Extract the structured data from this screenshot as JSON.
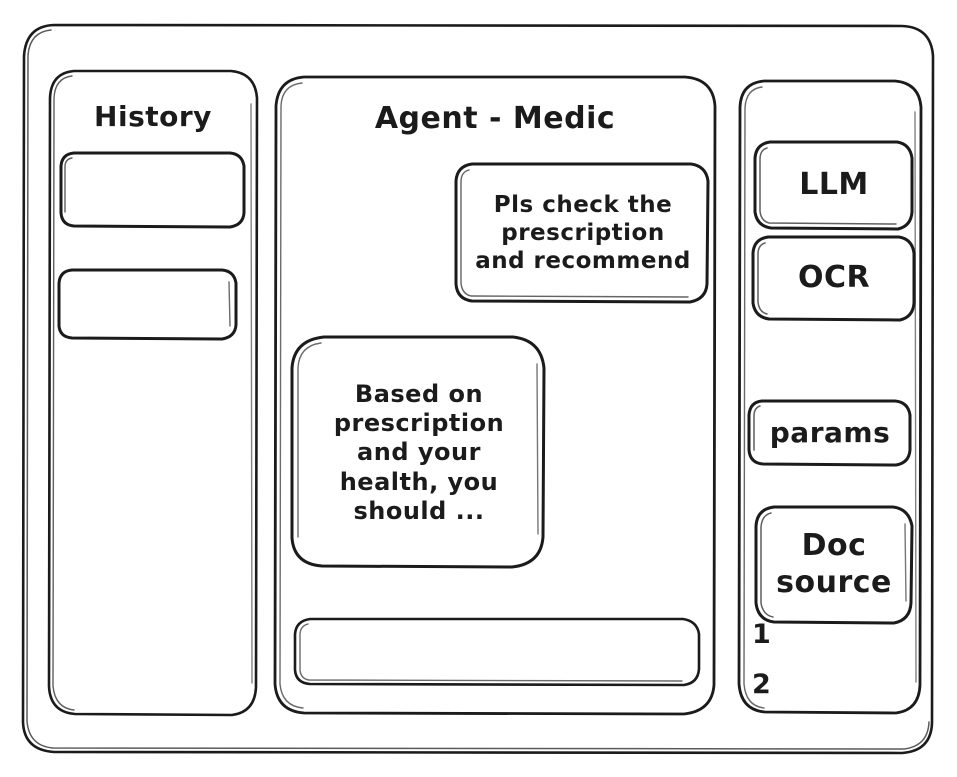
{
  "app": {
    "frame_label": "app-window",
    "background": "#ffffff",
    "stroke_color": "#1b1b1b",
    "style": "hand-drawn wireframe"
  },
  "history": {
    "title": "History",
    "items": [
      {
        "label": "",
        "name": "history-item-1"
      },
      {
        "label": "",
        "name": "history-item-2"
      }
    ]
  },
  "center": {
    "title": "Agent - Medic",
    "messages": [
      {
        "role": "user",
        "text": "Pls check the\nprescription\nand recommend"
      },
      {
        "role": "assistant",
        "text": "Based on\nprescription\nand your\nhealth, you\nshould ..."
      }
    ],
    "composer": {
      "value": "",
      "placeholder": ""
    }
  },
  "tools": {
    "cards": [
      {
        "label": "LLM",
        "name": "tool-card-llm"
      },
      {
        "label": "OCR",
        "name": "tool-card-ocr"
      },
      {
        "label": "params",
        "name": "tool-card-params"
      },
      {
        "label": "Doc\nsource",
        "name": "tool-card-doc-source"
      }
    ],
    "doc_items": [
      {
        "label": "1"
      },
      {
        "label": "2"
      }
    ]
  }
}
